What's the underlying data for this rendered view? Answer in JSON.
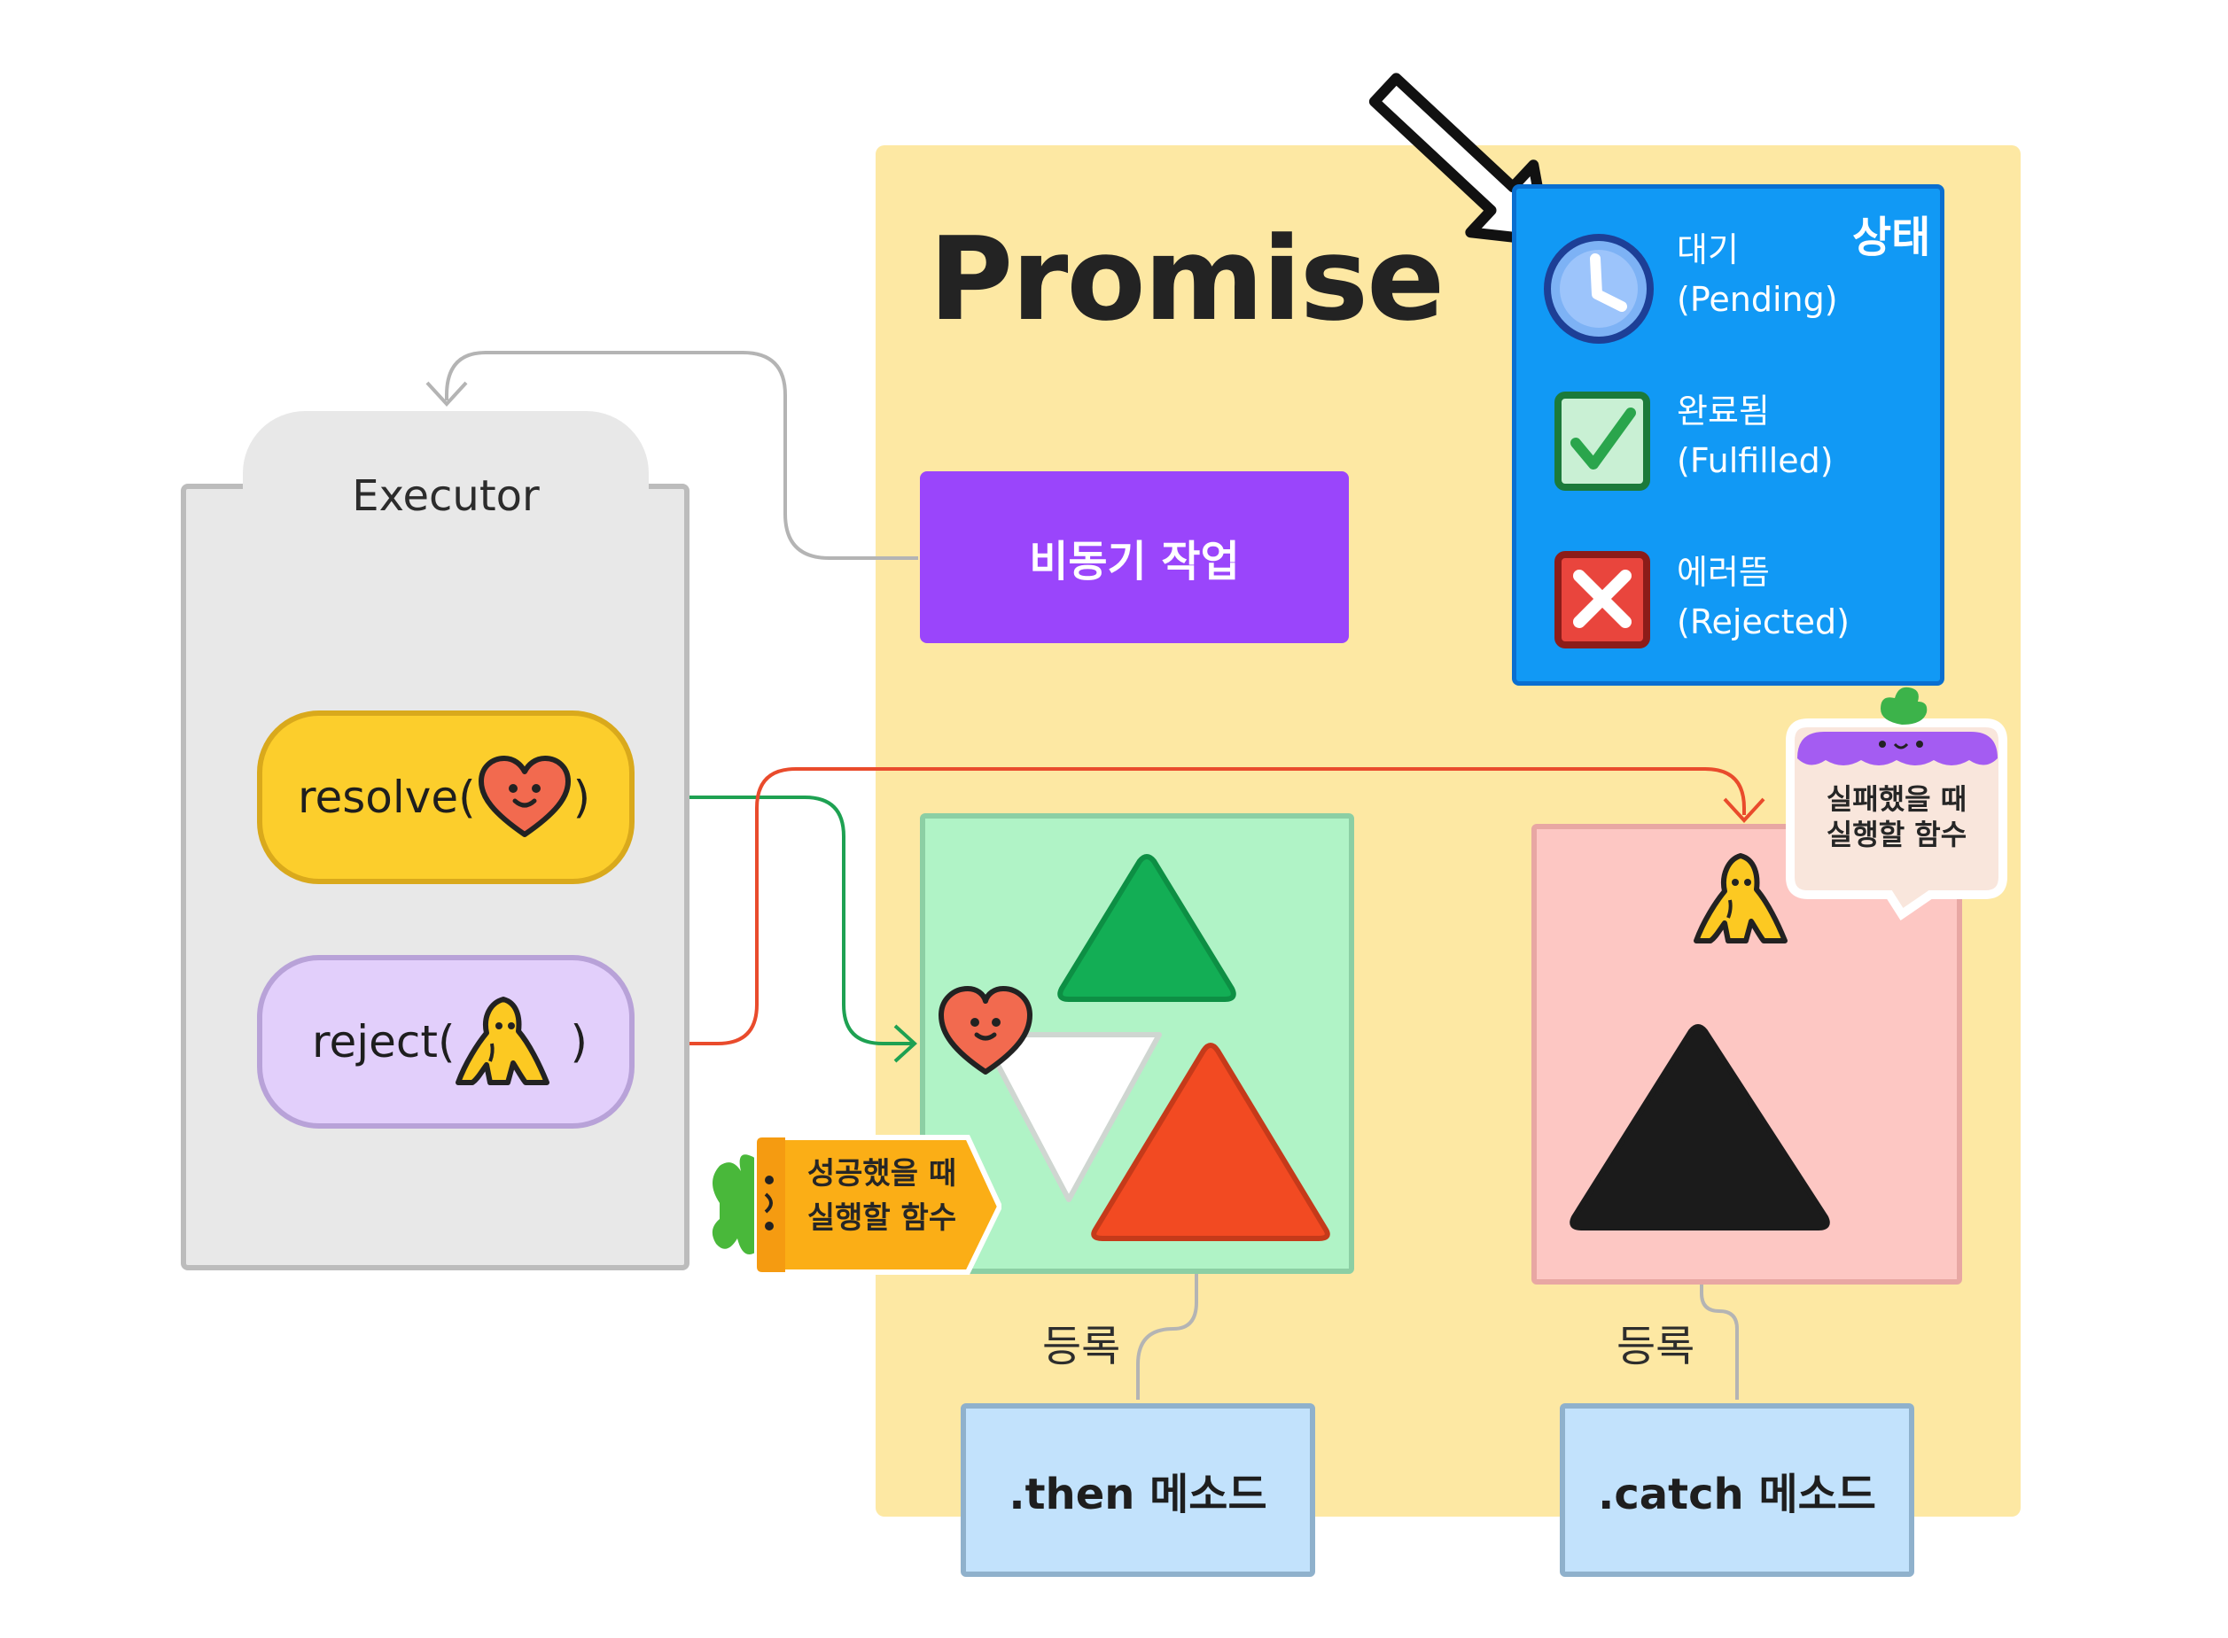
{
  "promise": {
    "title": "Promise"
  },
  "executor": {
    "label": "Executor",
    "resolve_label": "resolve(",
    "reject_label": "reject(",
    "close_paren": ")"
  },
  "async_job": {
    "label": "비동기 작업"
  },
  "state": {
    "title": "상태",
    "items": [
      {
        "korean": "대기",
        "english": "(Pending)",
        "icon": "clock-icon"
      },
      {
        "korean": "완료됨",
        "english": "(Fulfilled)",
        "icon": "checkmark-icon"
      },
      {
        "korean": "에러뜸",
        "english": "(Rejected)",
        "icon": "x-mark-icon"
      }
    ]
  },
  "success_tag": {
    "line1": "성공했을 때",
    "line2": "실행할 함수"
  },
  "failure_tag": {
    "line1": "실패했을 때",
    "line2": "실행할 함수"
  },
  "register_label": "등록",
  "methods": {
    "then": ".then 메소드",
    "catch": ".catch 메소드"
  },
  "colors": {
    "promise_bg": "#fde8a3",
    "async_job": "#9a45fb",
    "state_box": "#1199f5",
    "then_area": "#b0f3c6",
    "catch_area": "#fdc7c3",
    "resolve_pill": "#fcce2c",
    "reject_pill": "#e2cffb",
    "resolve_line": "#1ea152",
    "reject_line": "#e94b2c",
    "method_box": "#c2e2fc"
  }
}
